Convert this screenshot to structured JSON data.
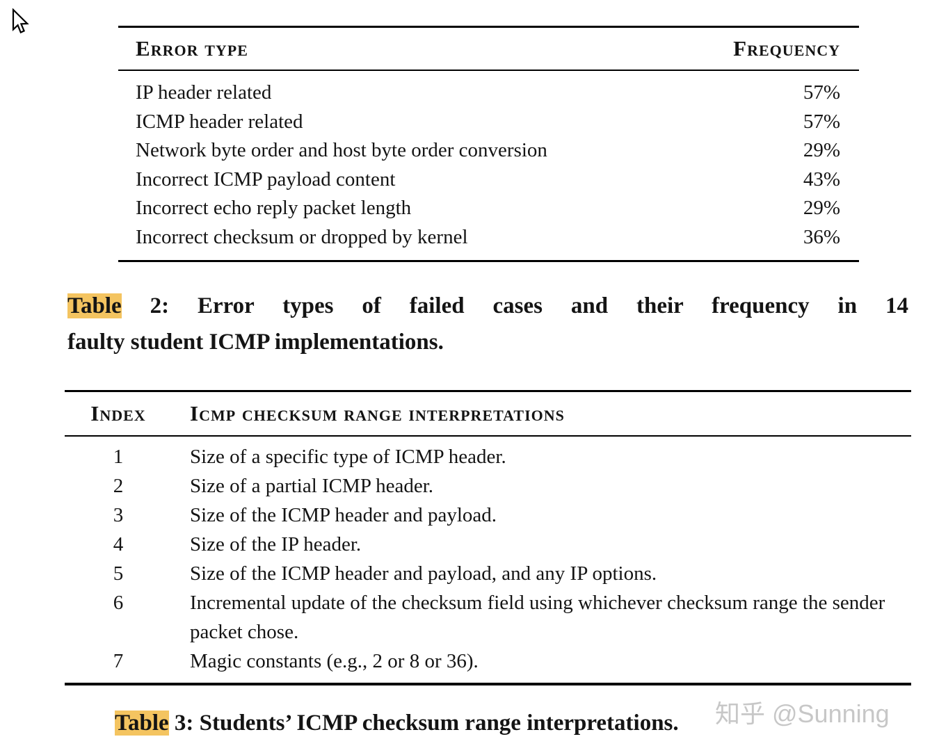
{
  "page": {
    "background_color": "#ffffff",
    "text_color": "#141414",
    "highlight_color": "#f4c460",
    "watermark": {
      "text": "知乎 @Sunning",
      "color": "#c7c7c7"
    },
    "cursor": "arrow-pointer"
  },
  "error_table": {
    "headers": {
      "error_type": "Error Type",
      "frequency": "Frequency"
    },
    "rows": [
      {
        "error_type": "IP header related",
        "frequency": "57%"
      },
      {
        "error_type": "ICMP header related",
        "frequency": "57%"
      },
      {
        "error_type": "Network byte order and host byte order conversion",
        "frequency": "29%"
      },
      {
        "error_type": "Incorrect ICMP payload content",
        "frequency": "43%"
      },
      {
        "error_type": "Incorrect echo reply packet length",
        "frequency": "29%"
      },
      {
        "error_type": "Incorrect checksum or dropped by kernel",
        "frequency": "36%"
      }
    ],
    "caption": {
      "highlighted_word": "Table",
      "line1_rest": " 2: Error types of failed cases and their frequency in 14",
      "line2": "faulty student ICMP implementations."
    }
  },
  "checksum_table": {
    "headers": {
      "index": "Index",
      "interpretation": "ICMP checksum range interpretations"
    },
    "rows": [
      {
        "index": "1",
        "interpretation": "Size of a specific type of ICMP header."
      },
      {
        "index": "2",
        "interpretation": "Size of a partial ICMP header."
      },
      {
        "index": "3",
        "interpretation": "Size of the ICMP header and payload."
      },
      {
        "index": "4",
        "interpretation": "Size of the IP header."
      },
      {
        "index": "5",
        "interpretation": "Size of the ICMP header and payload, and any IP options."
      },
      {
        "index": "6",
        "interpretation": "Incremental update of the checksum field using whichever checksum range the sender packet chose."
      },
      {
        "index": "7",
        "interpretation": "Magic constants (e.g., 2 or 8 or 36)."
      }
    ],
    "caption": {
      "highlighted_word": "Table",
      "rest": " 3: Students’ ICMP checksum range interpretations."
    }
  }
}
